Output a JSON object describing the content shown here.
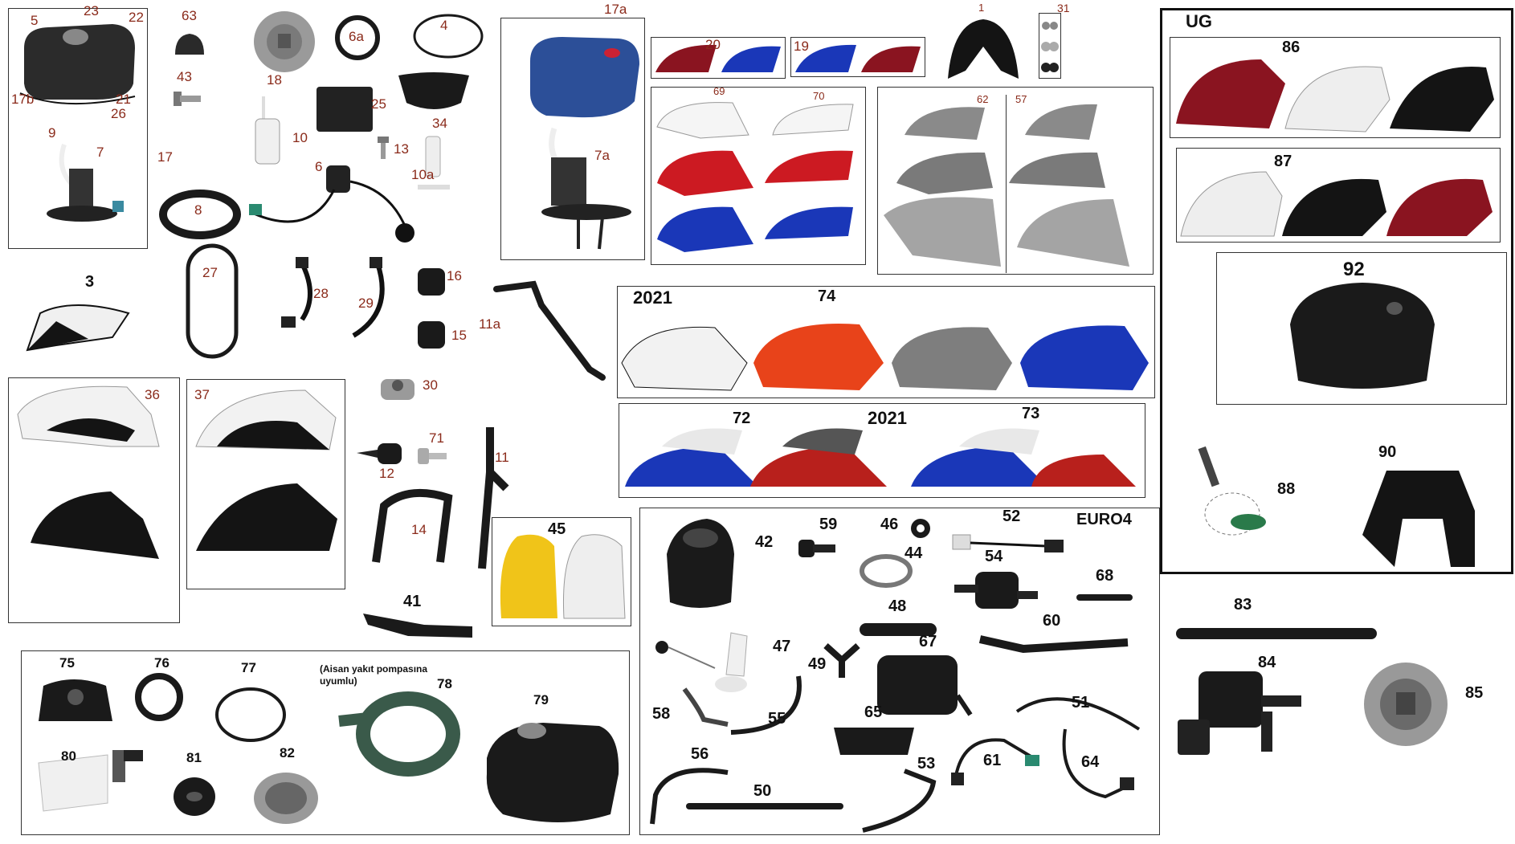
{
  "diagram": {
    "headers": {
      "ug": "UG",
      "euro4": "EURO4",
      "year_a": "2021",
      "year_b": "2021"
    },
    "note_78": "(Aisan yakıt pompasına uyumlu)",
    "labels": {
      "l5": "5",
      "l23": "23",
      "l22": "22",
      "l17b": "17b",
      "l21": "21",
      "l9": "9",
      "l26": "26",
      "l7": "7",
      "l17": "17",
      "l63": "63",
      "l43": "43",
      "l18": "18",
      "l6a": "6a",
      "l4": "4",
      "l25": "25",
      "l34": "34",
      "l10": "10",
      "l13": "13",
      "l10a": "10a",
      "l6": "6",
      "l8": "8",
      "l27": "27",
      "l28": "28",
      "l29": "29",
      "l16": "16",
      "l15": "15",
      "l11a": "11a",
      "l3": "3",
      "l17a": "17a",
      "l7a": "7a",
      "l20": "20",
      "l19": "19",
      "l1": "1",
      "l31": "31",
      "l69": "69",
      "l70": "70",
      "l62": "62",
      "l57": "57",
      "l74": "74",
      "l72": "72",
      "l73": "73",
      "l86": "86",
      "l87": "87",
      "l92": "92",
      "l88": "88",
      "l90": "90",
      "l36": "36",
      "l37": "37",
      "l30": "30",
      "l71": "71",
      "l12": "12",
      "l11": "11",
      "l14": "14",
      "l45": "45",
      "l41": "41",
      "l42": "42",
      "l59": "59",
      "l46": "46",
      "l44": "44",
      "l52": "52",
      "l54": "54",
      "l68": "68",
      "l48": "48",
      "l60": "60",
      "l47": "47",
      "l49": "49",
      "l67": "67",
      "l58": "58",
      "l55": "55",
      "l65": "65",
      "l51": "51",
      "l56": "56",
      "l50": "50",
      "l61": "61",
      "l64": "64",
      "l53": "53",
      "l83": "83",
      "l84": "84",
      "l85": "85",
      "l75": "75",
      "l76": "76",
      "l77": "77",
      "l78": "78",
      "l79": "79",
      "l80": "80",
      "l81": "81",
      "l82": "82"
    },
    "colors": {
      "red": "#a8141c",
      "darkred": "#6e0f17",
      "blue": "#1a37b8",
      "darkblue": "#0c1d6b",
      "white": "#f2f2f2",
      "black": "#141414",
      "silver": "#9a9a9a",
      "orange": "#e8431a",
      "yellow": "#f0c419",
      "green": "#2a7a4a",
      "label_red": "#8a2a1a"
    }
  }
}
